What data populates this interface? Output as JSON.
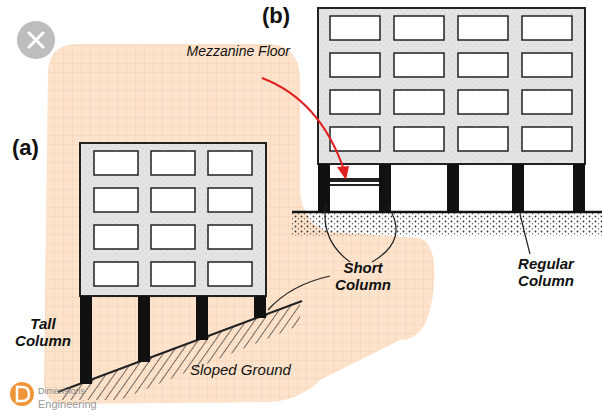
{
  "diagram": {
    "labels": [
      "(a)",
      "(b)",
      "Mezzanine Floor",
      "Short Column",
      "Tall Column",
      "Sloped Ground",
      "Regular Column",
      "Dimensions",
      "Engineering"
    ]
  }
}
